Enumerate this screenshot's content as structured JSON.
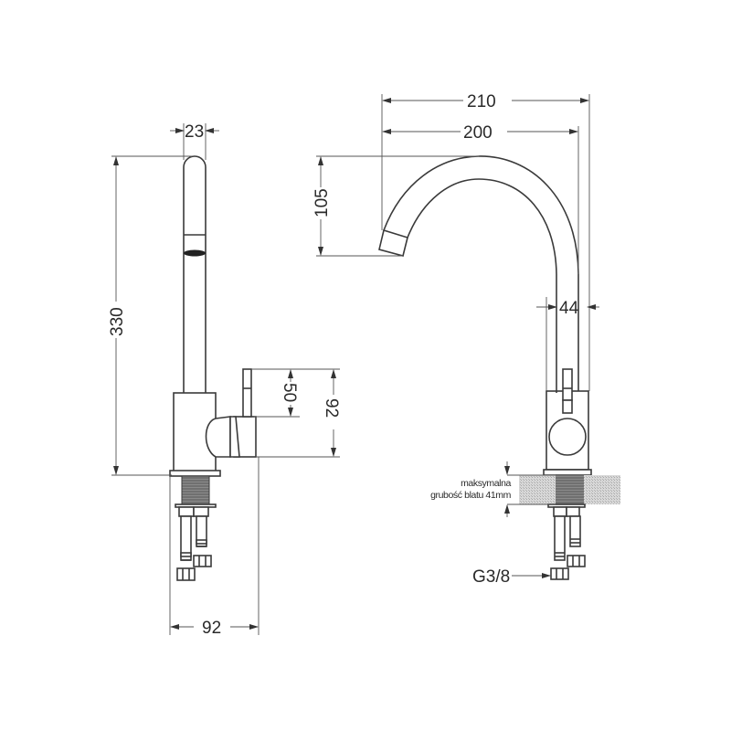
{
  "drawing": {
    "title": "Kitchen faucet dimension drawing",
    "units": "mm",
    "side_view": {
      "dimensions": {
        "spout_diameter": "23",
        "total_height": "330",
        "handle_height": "50",
        "body_height": "92",
        "base_depth": "92"
      }
    },
    "front_view": {
      "dimensions": {
        "overall_reach": "210",
        "spout_reach": "200",
        "spout_drop": "105",
        "body_width": "44"
      },
      "annotations": {
        "countertop_note_line1": "maksymalna",
        "countertop_note_line2": "grubość blatu 41mm",
        "connector_thread": "G3/8"
      }
    }
  }
}
